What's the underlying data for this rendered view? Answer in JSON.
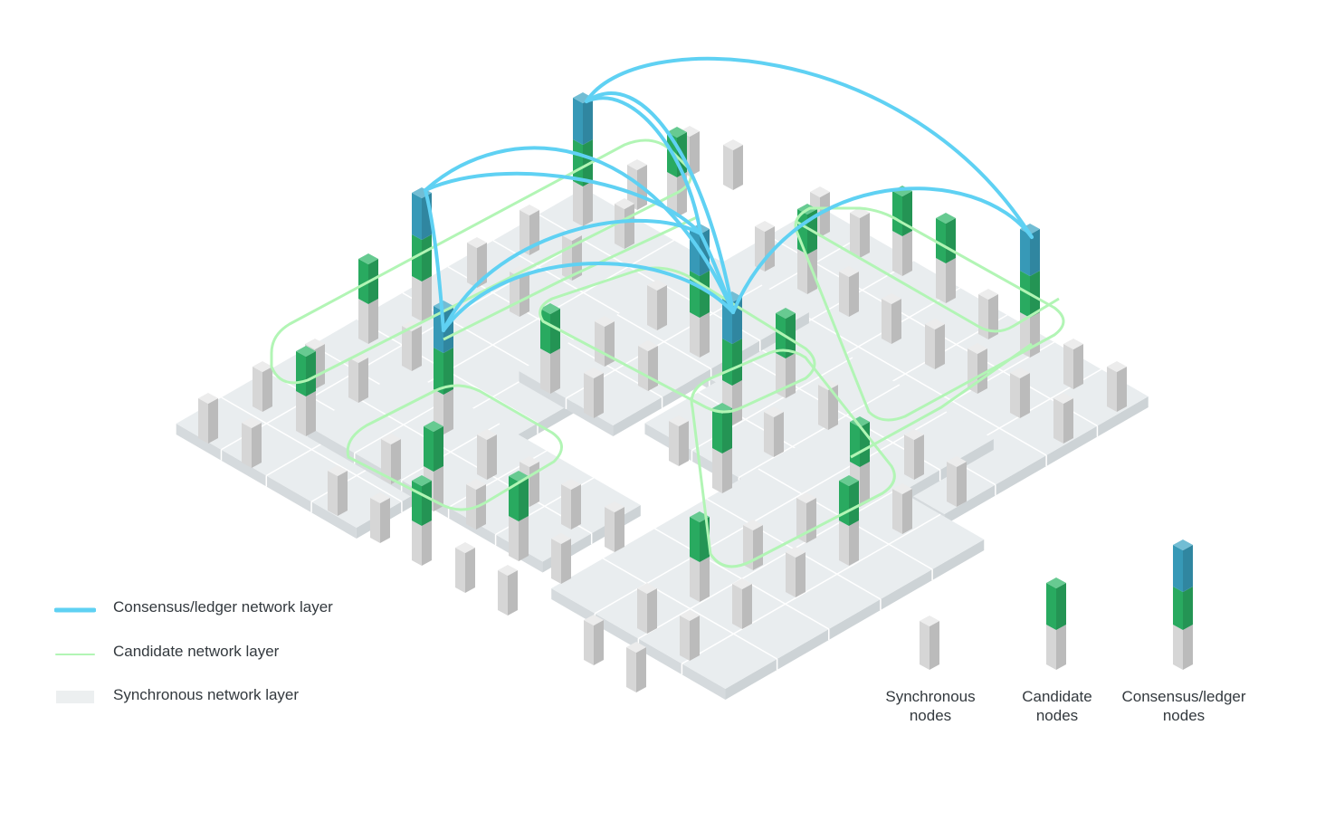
{
  "colors": {
    "consensus": "#5fd1f3",
    "candidate": "#b2f5b5",
    "synchronous": "#eceff0",
    "node_blue": "#3ba3c3",
    "node_green": "#2cb566",
    "node_grey": "#e4e4e4",
    "platform_top": "#e9edef",
    "platform_side": "#d5dadd"
  },
  "legend": [
    {
      "label": "Consensus/ledger network layer",
      "color": "#5fd1f3",
      "style": "thick-line"
    },
    {
      "label": "Candidate network layer",
      "color": "#b2f5b5",
      "style": "thin-line"
    },
    {
      "label": "Synchronous network layer",
      "color": "#eceff0",
      "style": "band"
    }
  ],
  "node_types": [
    {
      "label": "Synchronous nodes",
      "segments": [
        "grey"
      ]
    },
    {
      "label": "Candidate nodes",
      "segments": [
        "grey",
        "green"
      ]
    },
    {
      "label": "Consensus/ledger nodes",
      "segments": [
        "grey",
        "green",
        "blue"
      ]
    }
  ]
}
